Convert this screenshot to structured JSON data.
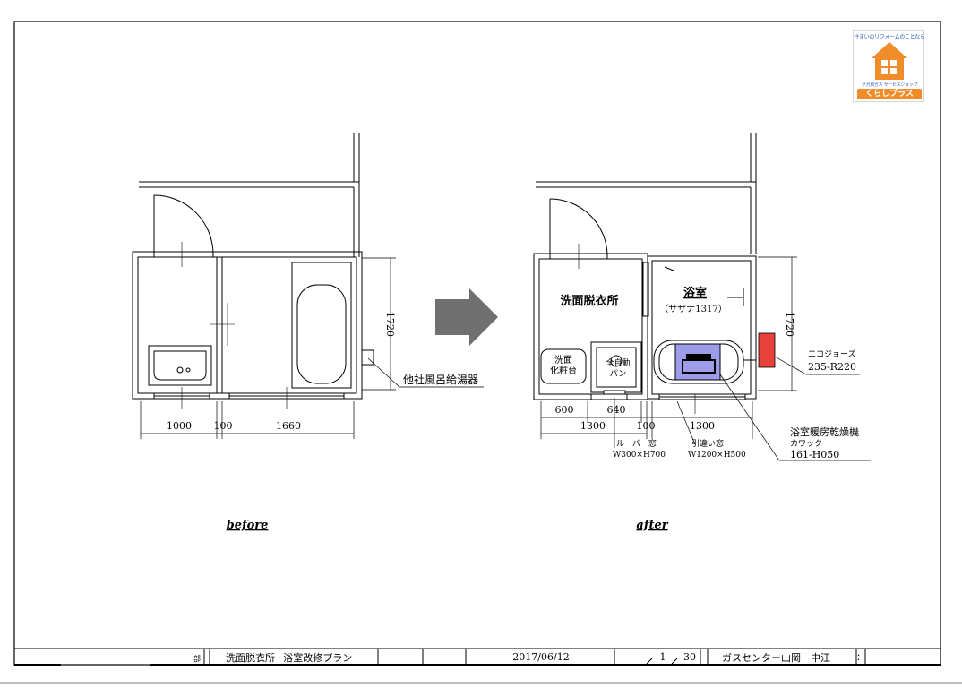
{
  "logo": {
    "tagline": "住まいのリフォームのことなら",
    "subline": "サガ東ガス サービスショップ",
    "name": "くらしプラス"
  },
  "before": {
    "caption": "before",
    "heater_label": "他社風呂給湯器",
    "dim_1000": "1000",
    "dim_100": "100",
    "dim_1660": "1660",
    "dim_1720": "1720"
  },
  "after": {
    "caption": "after",
    "dressing_room": "洗面脱衣所",
    "bathroom": "浴室",
    "bath_model": "（サザナ1317）",
    "vanity_line1": "洗面",
    "vanity_line2": "化粧台",
    "washer_line1": "全自動",
    "washer_line2": "パン",
    "ecojoz_name": "エコジョーズ",
    "ecojoz_model": "235-R220",
    "dryer_name": "浴室暖房乾燥機",
    "dryer_maker": "カワック",
    "dryer_model": "161-H050",
    "louver_name": "ルーバー窓",
    "louver_size": "W300×H700",
    "slide_name": "引違い窓",
    "slide_size": "W1200×H500",
    "dim_600": "600",
    "dim_640": "640",
    "dim_100": "100",
    "dim_1300a": "1300",
    "dim_1300b": "1300",
    "dim_1720": "1720"
  },
  "title_block": {
    "section_mark": "部",
    "plan_title": "洗面脱衣所+浴室改修プラン",
    "date": "2017/06/12",
    "sheet_no": "1",
    "sheet_total": "30",
    "company": "ガスセンター山岡　中江",
    "end_mark": "："
  },
  "colors": {
    "arrow": "#707070",
    "ecojoz": "#e8413c",
    "dryer": "#9d9ce8",
    "logo_orange": "#f08c2a",
    "logo_blue": "#2f5fb3"
  }
}
